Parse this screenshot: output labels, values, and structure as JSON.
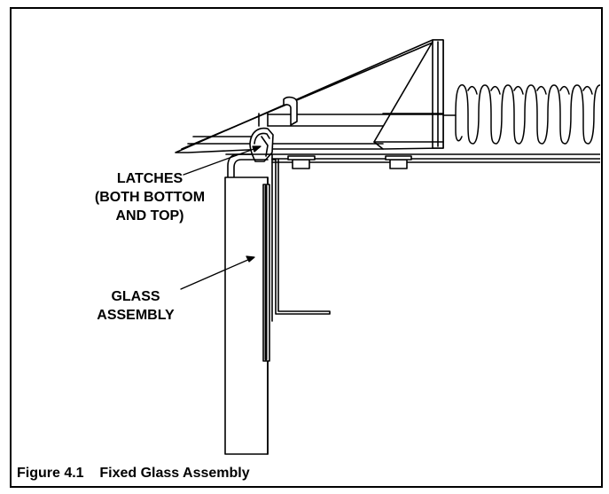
{
  "labels": {
    "latches": [
      "LATCHES",
      "(BOTH BOTTOM",
      "AND TOP)"
    ],
    "glass_assembly": [
      "GLASS",
      "ASSEMBLY"
    ]
  },
  "caption": {
    "number": "Figure 4.1",
    "title": "Fixed Glass Assembly"
  },
  "colors": {
    "line": "#000000",
    "background": "#ffffff"
  }
}
